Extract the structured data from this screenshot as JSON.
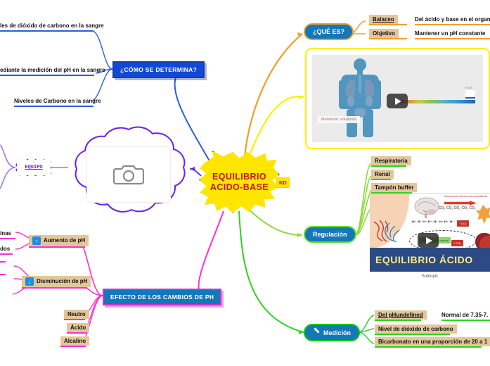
{
  "central": {
    "title": "EQUILIBRIO\nACIDO-BASE",
    "line1": "EQUILIBRIO",
    "line2": "ACIDO-BASE",
    "badge": "KD",
    "fill_color": "#ffe500",
    "text_color": "#c2181b"
  },
  "branches": {
    "que_es": {
      "label": "¿QUÉ ES?",
      "color": "#f0a02a",
      "node_fill": "#1577b8",
      "children": [
        {
          "label": "Balaceo",
          "detail": "Del ácido y base en el organis"
        },
        {
          "label": "Objetivo",
          "detail": "Mantener un pH constante"
        }
      ],
      "video": {
        "caption": "Metabolic alkalosis",
        "marker_label": "Rate",
        "play_label": "play-button"
      }
    },
    "como_se_determina": {
      "label": "¿CÓMO SE DETERMINA?",
      "color": "#2b5de0",
      "node_fill": "#1049d8",
      "children": [
        {
          "label": "les de dióxido de carbono en la sangre"
        },
        {
          "label": "ediante la medición del pH en la sangre"
        },
        {
          "label": "Niveles de Carbono en la sangre"
        }
      ]
    },
    "equipo": {
      "label": "EQUIPO",
      "color": "#6a20e8",
      "image_placeholder": "camera-icon"
    },
    "efecto": {
      "label": "EFECTO DE LOS CAMBIOS DE PH",
      "color": "#ff2fd0",
      "node_fill": "#1577b8",
      "children": [
        {
          "label": "Aumento de pH",
          "icon": "arrow-up-icon"
        },
        {
          "label": "Disminución de pH",
          "icon": "arrow-down-icon"
        },
        {
          "label": "Neutro"
        },
        {
          "label": "Ácido"
        },
        {
          "label": "Alcalino"
        }
      ],
      "clipped": [
        {
          "label": "inas"
        },
        {
          "label": "dos"
        }
      ]
    },
    "regulacion": {
      "label": "Regulación",
      "color": "#63dd2b",
      "node_fill": "#1577b8",
      "children": [
        {
          "label": "Respiratoria"
        },
        {
          "label": "Renal"
        },
        {
          "label": "Tampón buffer"
        }
      ],
      "video": {
        "band_title": "EQUILIBRIO ÁCIDO",
        "caption": "Subtopic",
        "diagram_labels": {
          "arrow": "Aumenta la frecuencia respiratoria",
          "co2": "CO₂ CO₂ CO₂ CO₂ CO₂",
          "hions": "H⁺ H⁺ H⁺ H⁺ H⁺ H⁺ H⁺ H⁺",
          "green_chip": "pH vuelve a lo normal",
          "red_chip": "↑ CO₂",
          "red_chip2": "↑ CO₂"
        }
      }
    },
    "medicion": {
      "label": "Medición",
      "icon": "pencil-icon",
      "color": "#00c814",
      "node_fill": "#1577b8",
      "children": [
        {
          "label": "Del pHundefined",
          "detail": "Normal de 7.35-7."
        },
        {
          "label": "Nivel de dióxido de carbono"
        },
        {
          "label": "Bicarbonato en una proporción de 20 a 1"
        }
      ]
    }
  }
}
